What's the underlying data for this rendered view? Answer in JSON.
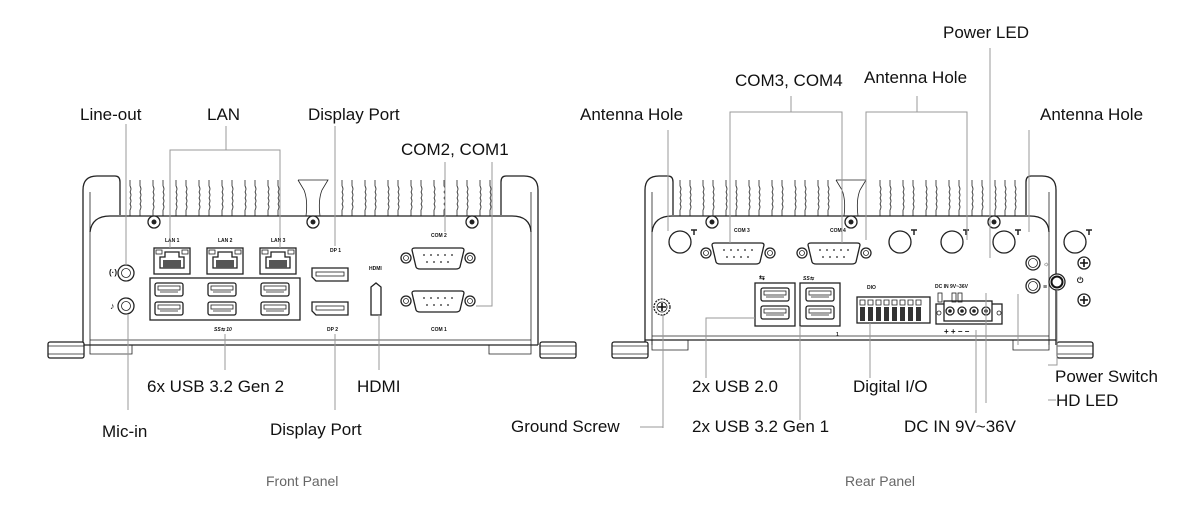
{
  "front_panel": {
    "caption": "Front Panel",
    "callouts": {
      "line_out": "Line-out",
      "lan": "LAN",
      "display_port_top": "Display Port",
      "com2_com1": "COM2, COM1",
      "mic_in": "Mic-in",
      "usb32_gen2": "6x USB 3.2 Gen 2",
      "display_port_bottom": "Display Port",
      "hdmi": "HDMI"
    },
    "port_labels": {
      "lan1": "LAN 1",
      "lan2": "LAN 2",
      "lan3": "LAN 3",
      "dp1": "DP 1",
      "dp2": "DP 2",
      "hdmi": "HDMI",
      "com2": "COM 2",
      "com1": "COM 1",
      "usb_logo": "SS⇆ 10"
    }
  },
  "rear_panel": {
    "caption": "Rear Panel",
    "callouts": {
      "antenna_left": "Antenna Hole",
      "com3_com4": "COM3, COM4",
      "antenna_middle": "Antenna Hole",
      "power_led": "Power LED",
      "antenna_right": "Antenna Hole",
      "usb20": "2x USB 2.0",
      "digital_io": "Digital I/O",
      "power_switch": "Power Switch",
      "hd_led": "HD LED",
      "ground_screw": "Ground Screw",
      "usb32_gen1": "2x USB 3.2 Gen 1",
      "dc_in": "DC IN 9V~36V"
    },
    "port_labels": {
      "com3": "COM 3",
      "com4": "COM 4",
      "dio": "DIO",
      "dc_in": "DC IN 9V~36V",
      "dio_pin1": "1",
      "dc_polarity": "+ + − −"
    }
  }
}
